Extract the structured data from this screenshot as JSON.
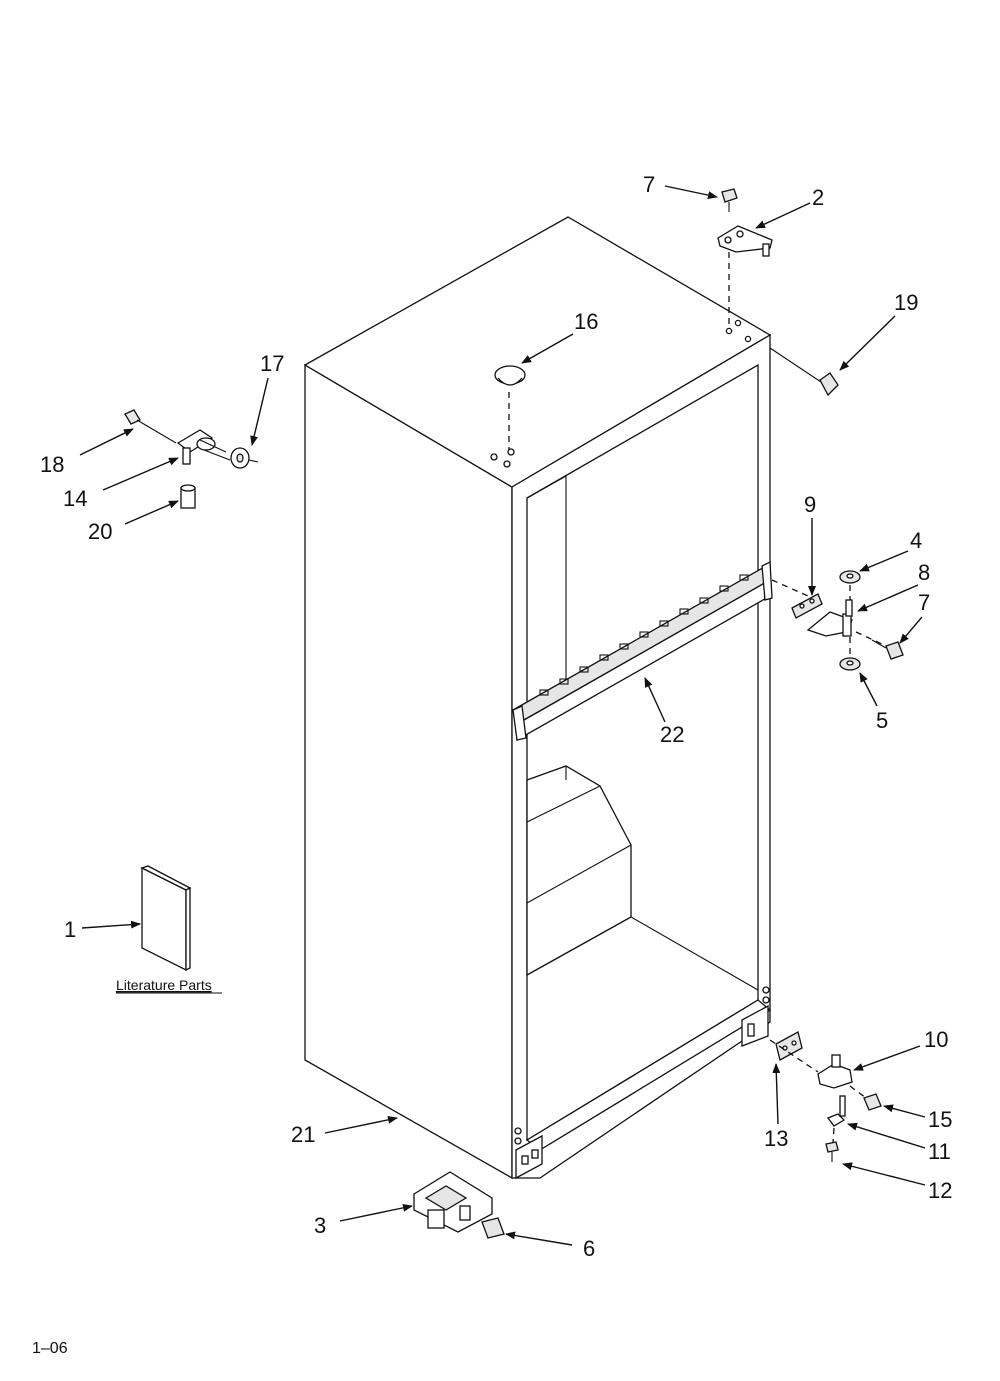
{
  "callouts": {
    "c1": "1",
    "c2": "2",
    "c3": "3",
    "c4": "4",
    "c5": "5",
    "c6": "6",
    "c7a": "7",
    "c7b": "7",
    "c8": "8",
    "c9": "9",
    "c10": "10",
    "c11": "11",
    "c12": "12",
    "c13": "13",
    "c14": "14",
    "c15": "15",
    "c16": "16",
    "c17": "17",
    "c18": "18",
    "c19": "19",
    "c20": "20",
    "c21": "21",
    "c22": "22"
  },
  "literature_label": "Literature Parts",
  "footer": "1–06"
}
